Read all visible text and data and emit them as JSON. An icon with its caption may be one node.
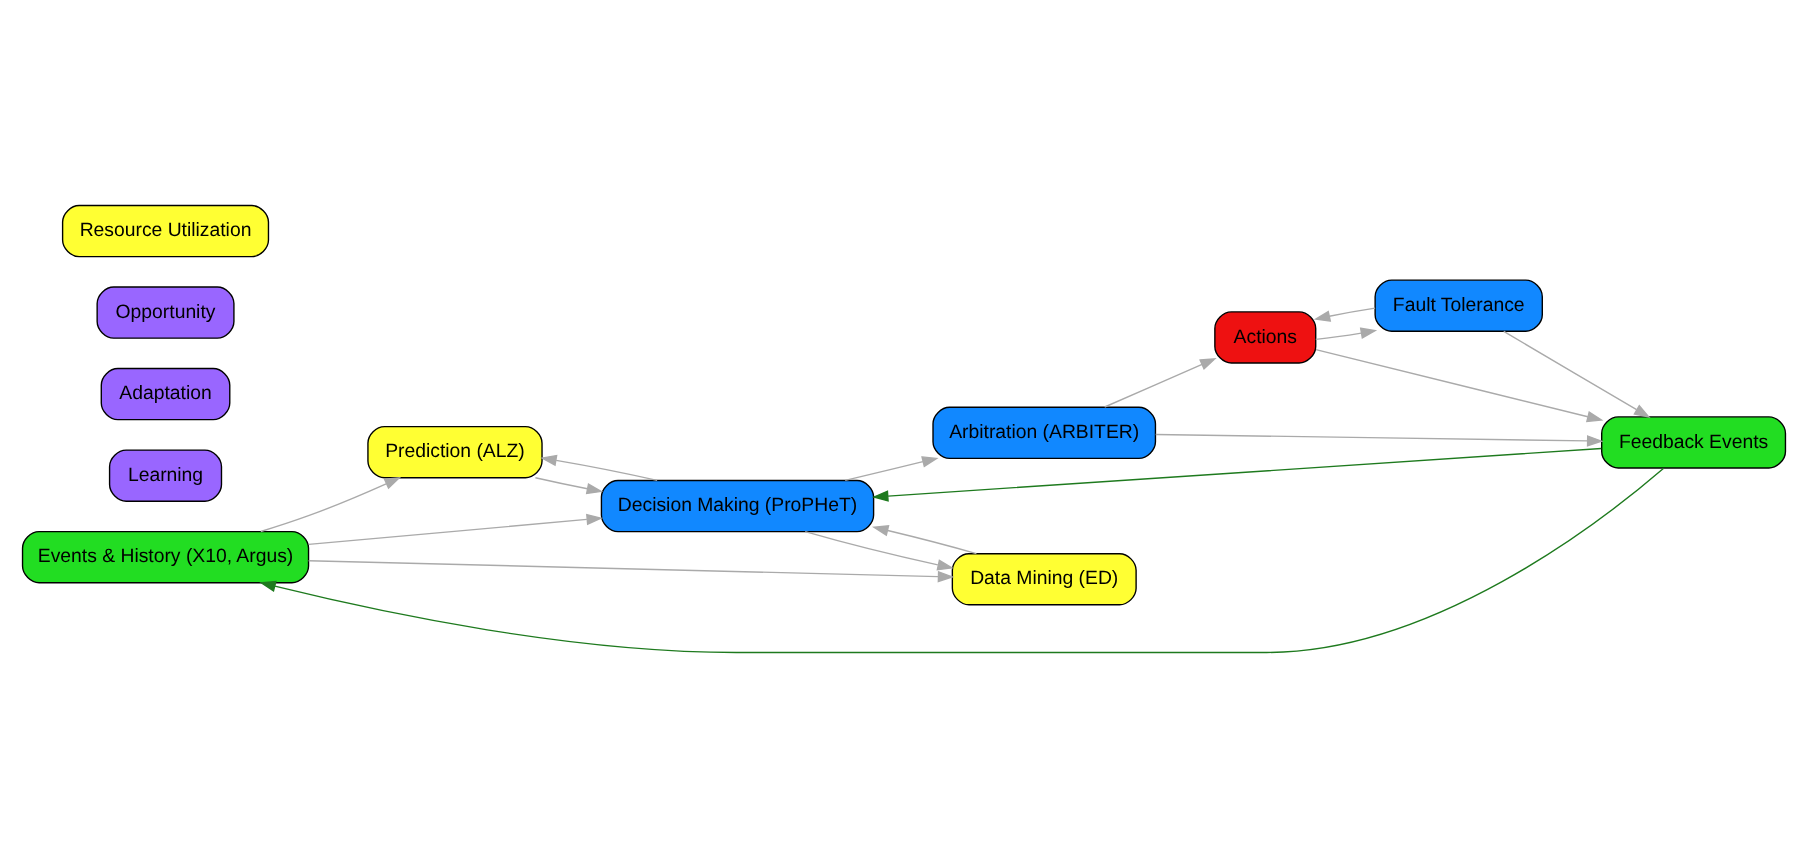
{
  "diagram": {
    "nodes": [
      {
        "text": [
          "Events & History (X10, Argus)"
        ]
      },
      {
        "text": [
          "Prediction (ALZ)"
        ]
      },
      {
        "text": [
          "Data Mining (ED)"
        ]
      },
      {
        "text": [
          "Decision Making (ProPHeT)"
        ]
      },
      {
        "text": [
          "Learning"
        ]
      },
      {
        "text": [
          "Adaptation"
        ]
      },
      {
        "text": [
          "Opportunity"
        ]
      },
      {
        "text": [
          "Arbitration (ARBITER)"
        ]
      },
      {
        "text": [
          "Resource Utilization"
        ]
      },
      {
        "text": [
          "Actions"
        ]
      },
      {
        "text": [
          "Fault Tolerance"
        ]
      },
      {
        "text": [
          "Feedback Events"
        ]
      }
    ],
    "edges": [
      {
        "from": 0,
        "to": 1,
        "arrow": "to"
      },
      {
        "from": 0,
        "to": 3,
        "arrow": "to"
      },
      {
        "from": 0,
        "to": 2,
        "arrow": "to"
      },
      {
        "from": 1,
        "to": 3,
        "arrow": "to"
      },
      {
        "from": 3,
        "to": 1,
        "arrow": "to"
      },
      {
        "from": 2,
        "to": 3,
        "arrow": "to"
      },
      {
        "from": 3,
        "to": 2,
        "arrow": "to"
      },
      {
        "from": 3,
        "to": 7,
        "arrow": "to"
      },
      {
        "from": 7,
        "to": 9,
        "arrow": "to"
      },
      {
        "from": 7,
        "to": 11,
        "arrow": "to"
      },
      {
        "from": 9,
        "to": 10,
        "arrow": "to"
      },
      {
        "from": 10,
        "to": 9,
        "arrow": "to"
      },
      {
        "from": 10,
        "to": 11,
        "arrow": "to"
      },
      {
        "from": 9,
        "to": 11,
        "arrow": "to"
      },
      {
        "from": 11,
        "to": 0,
        "arrow": "to",
        "color": "#1e7a1e"
      },
      {
        "from": 11,
        "to": 3,
        "arrow": "to",
        "color": "#1e7a1e"
      }
    ]
  }
}
